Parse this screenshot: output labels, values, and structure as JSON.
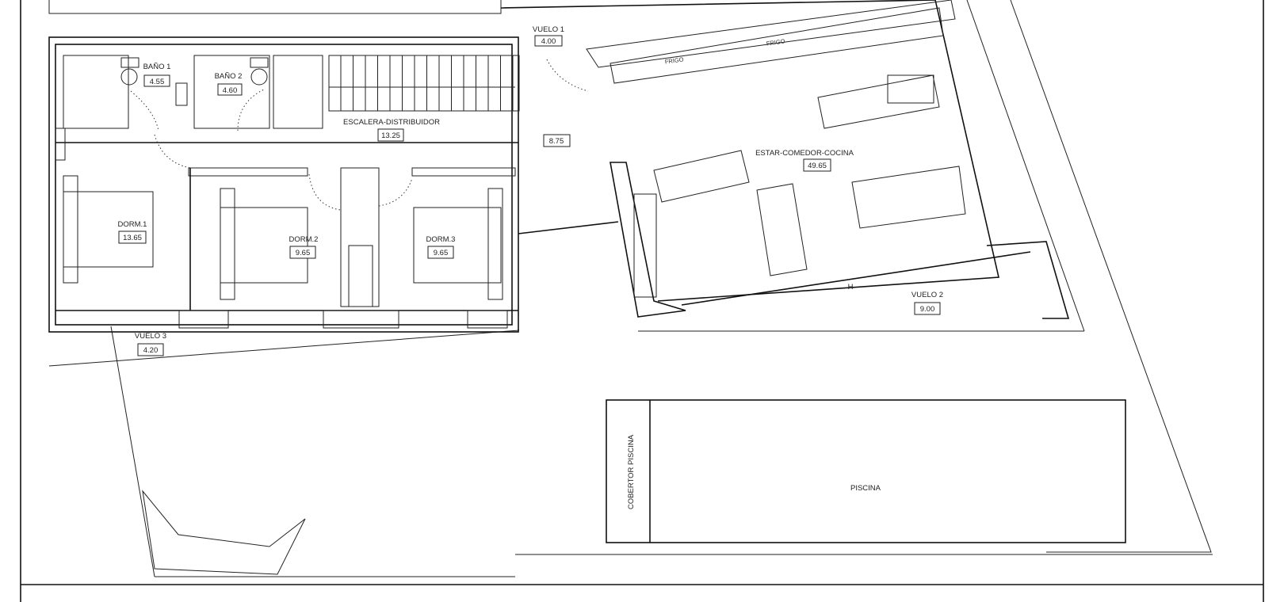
{
  "rooms": {
    "vuelo1": {
      "name": "VUELO 1",
      "area": "4.00"
    },
    "bano1": {
      "name": "BAÑO 1",
      "area": "4.55"
    },
    "bano2": {
      "name": "BAÑO 2",
      "area": "4.60"
    },
    "escalera": {
      "name": "ESCALERA-DISTRIBUIDOR",
      "area": "13.25"
    },
    "paso": {
      "area": "8.75"
    },
    "estar": {
      "name": "ESTAR-COMEDOR-COCINA",
      "area": "49.65"
    },
    "dorm1": {
      "name": "DORM.1",
      "area": "13.65"
    },
    "dorm2": {
      "name": "DORM.2",
      "area": "9.65"
    },
    "dorm3": {
      "name": "DORM.3",
      "area": "9.65"
    },
    "vuelo2": {
      "name": "VUELO 2",
      "area": "9.00"
    },
    "vuelo3": {
      "name": "VUELO 3",
      "area": "4.20"
    }
  },
  "fixtures": {
    "frigo1": "FRIGO",
    "frigo2": "FRIGO",
    "piscina": "PISCINA",
    "cobertor": "COBERTOR PISCINA"
  }
}
